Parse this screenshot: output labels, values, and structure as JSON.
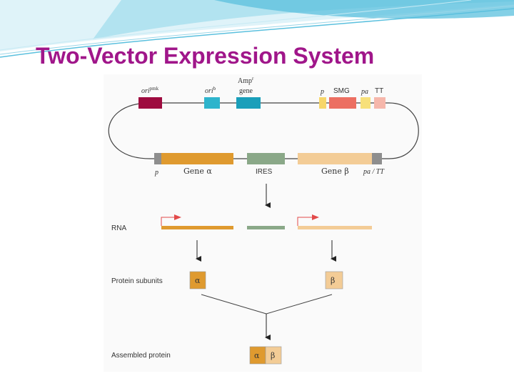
{
  "slide": {
    "title": "Two-Vector Expression System"
  },
  "theme": {
    "title_color": "#a0168a",
    "decoration_colors": [
      "#5bc0de",
      "#a6dfee",
      "#dff3f9"
    ]
  },
  "vector_top": {
    "ori_pmk": {
      "base": "ori",
      "sup": "pmk",
      "color": "#9e0b3f"
    },
    "ori_b": {
      "base": "ori",
      "sup": "b",
      "color": "#2eb4cc"
    },
    "amp_gene": {
      "line1_base": "Amp",
      "line1_sup": "r",
      "line2": "gene",
      "color": "#1a9fba"
    },
    "p": {
      "label": "p",
      "color": "#f7d66a"
    },
    "smg": {
      "label": "SMG",
      "color": "#ec6f62"
    },
    "pa": {
      "label": "pa",
      "color": "#f7e07a"
    },
    "tt": {
      "label": "TT",
      "color": "#f6b7ab"
    }
  },
  "vector_bottom": {
    "p": {
      "label": "p",
      "color": "#8e8e8e"
    },
    "gene_alpha": {
      "label": "Gene α",
      "color": "#df9a2f"
    },
    "ires": {
      "label": "IRES",
      "color": "#8aa888"
    },
    "gene_beta": {
      "label": "Gene β",
      "color": "#f3cc96"
    },
    "pa_tt": {
      "label": "pa / TT",
      "color": "#8e8e8e"
    }
  },
  "rna": {
    "label": "RNA",
    "arrow_color": "#e24a4a"
  },
  "protein_subunits": {
    "label": "Protein subunits",
    "alpha": "α",
    "beta": "β"
  },
  "assembled_protein": {
    "label": "Assembled protein",
    "alpha": "α",
    "beta": "β"
  }
}
